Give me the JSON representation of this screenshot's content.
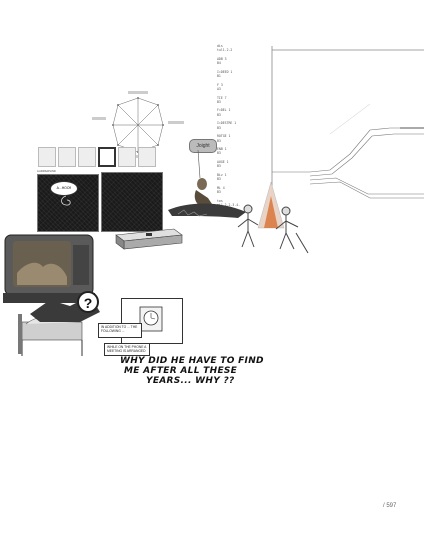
{
  "code_column": {
    "lines": [
      "dis",
      "tul1.2.2",
      "",
      "ADB 3",
      "B4",
      "",
      "I=DEED 1",
      "B1",
      "",
      "F 3",
      "A3",
      "",
      "TIE 7",
      "B3",
      "",
      "F=DEL 1",
      "B3",
      "",
      "I=DESTRE 1",
      "B3",
      "",
      "ROTGE 1",
      "B3",
      "",
      "ENB 1",
      "B3",
      "",
      "AUGE 1",
      "B3",
      "",
      "Biz 1",
      "B3",
      "",
      "ML 4",
      "B3",
      "",
      "tos",
      "mi1.2.2.3.4."
    ]
  },
  "panel_caption": "A ADDSAPLIND",
  "speech_ahoo": "A...HOO!!",
  "bubble_top": "Joight",
  "question_mark": "?",
  "caption_box_1": "IN ADDITION TO ... THE FOLLOWING ...",
  "caption_box_2": "WHILE ON THE PHONE A MEETING IS ARRANGED",
  "handwritten": {
    "line1": "WHY DID HE HAVE TO FIND",
    "line2": "ME AFTER ALL THESE",
    "line3": "YEARS... WHY ??"
  },
  "page_number": "/ 597",
  "colors": {
    "ink": "#222222",
    "paper": "#ffffff",
    "shadow": "#1a1a1a",
    "accent_orange": "#d8763a"
  }
}
